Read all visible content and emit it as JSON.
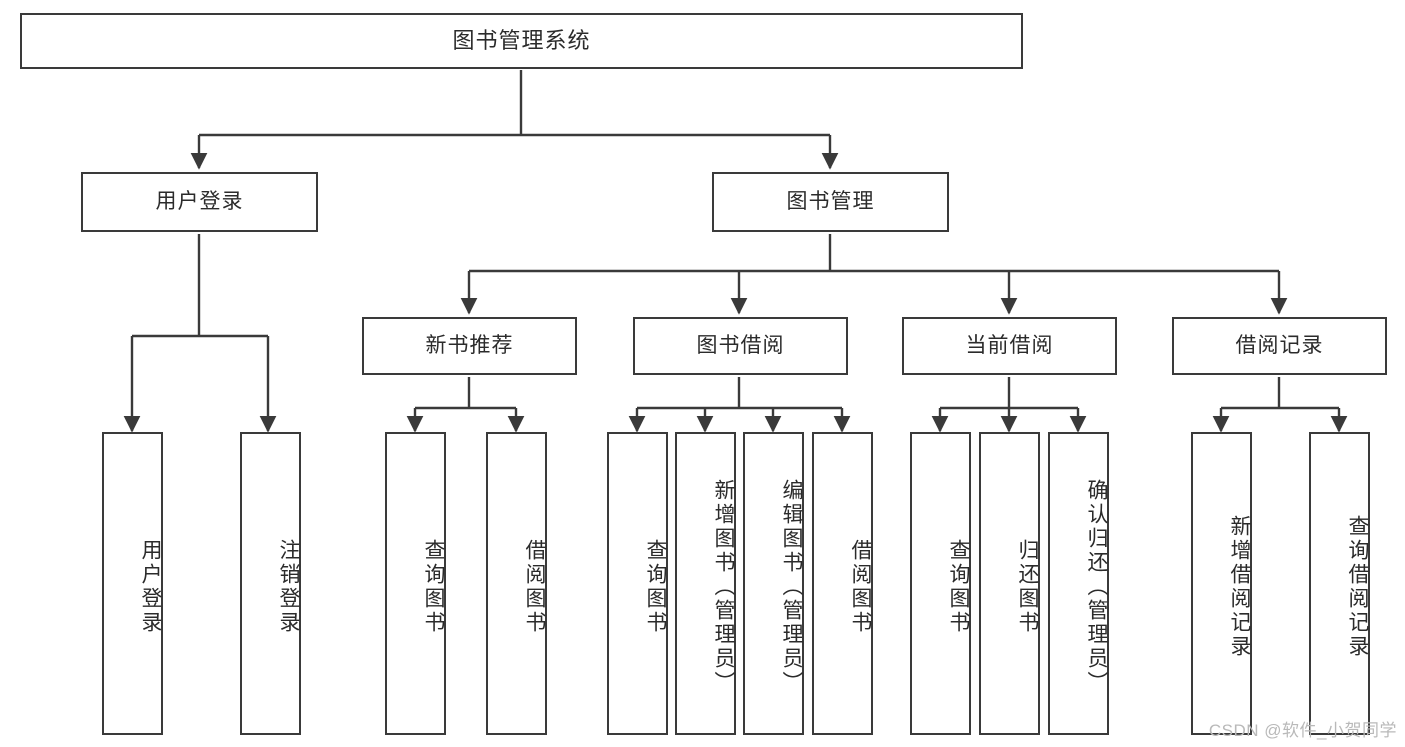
{
  "diagram": {
    "title": "图书管理系统",
    "type": "tree-hierarchy-chart",
    "root": {
      "label": "图书管理系统"
    },
    "level2": [
      {
        "label": "用户登录"
      },
      {
        "label": "图书管理"
      }
    ],
    "level3": [
      {
        "label": "新书推荐"
      },
      {
        "label": "图书借阅"
      },
      {
        "label": "当前借阅"
      },
      {
        "label": "借阅记录"
      }
    ],
    "leaves": {
      "user_login": [
        {
          "label": "用户登录"
        },
        {
          "label": "注销登录"
        }
      ],
      "new_book_recommend": [
        {
          "label": "查询图书"
        },
        {
          "label": "借阅图书"
        }
      ],
      "book_borrow": [
        {
          "label": "查询图书"
        },
        {
          "label": "新增图书（管理员）"
        },
        {
          "label": "编辑图书（管理员）"
        },
        {
          "label": "借阅图书"
        }
      ],
      "current_borrow": [
        {
          "label": "查询图书"
        },
        {
          "label": "归还图书"
        },
        {
          "label": "确认归还（管理员）"
        }
      ],
      "borrow_record": [
        {
          "label": "新增借阅记录"
        },
        {
          "label": "查询借阅记录"
        }
      ]
    }
  },
  "watermark": {
    "text": "CSDN @软件_小贺同学"
  },
  "colors": {
    "border": "#3a3a3a",
    "text": "#2b2b2b",
    "background": "#ffffff",
    "edge": "#3a3a3a",
    "watermark": "#b9b9b9"
  }
}
